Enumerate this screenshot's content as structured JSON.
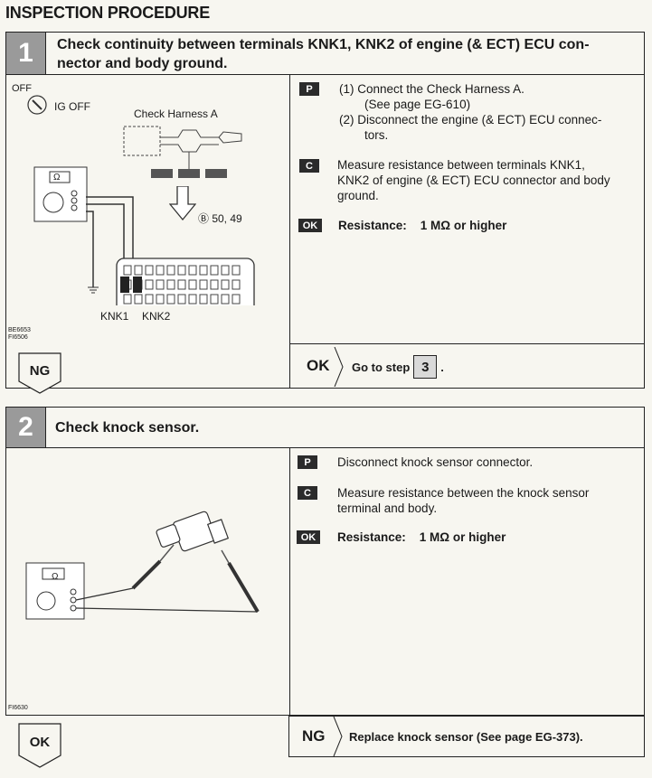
{
  "page": {
    "title": "INSPECTION PROCEDURE"
  },
  "step1": {
    "number": "1",
    "title_line1": "Check continuity between terminals KNK1, KNK2 of engine (& ECT) ECU con-",
    "title_line2": "nector and body ground.",
    "figure": {
      "off_label": "OFF",
      "ig_off_label": "IG OFF",
      "harness_label": "Check Harness A",
      "terminal_label": "Ⓑ 50, 49",
      "knk1_label": "KNK1",
      "knk2_label": "KNK2",
      "meter_symbol": "Ω",
      "fig_id1": "BE6653",
      "fig_id2": "FI6506"
    },
    "badge_p": "P",
    "p_line1": "(1)  Connect the Check Harness A.",
    "p_line2": "(See page EG-610)",
    "p_line3": "(2)  Disconnect the engine (& ECT) ECU connec-",
    "p_line4": "tors.",
    "badge_c": "C",
    "c_line1": "Measure  resistance  between  terminals  KNK1,",
    "c_line2": "KNK2 of engine (& ECT) ECU connector and body",
    "c_line3": "ground.",
    "badge_ok": "OK",
    "ok_text": "Resistance:    1 MΩ or higher",
    "ng_flag": "NG",
    "result_label": "OK",
    "goto_text": "Go to step",
    "goto_step": "3",
    "goto_period": "."
  },
  "step2": {
    "number": "2",
    "title": "Check knock sensor.",
    "figure": {
      "meter_symbol": "Ω",
      "fig_id": "FI6630"
    },
    "badge_p": "P",
    "p_text": "Disconnect knock sensor connector.",
    "badge_c": "C",
    "c_line1": "Measure  resistance  between  the  knock  sensor",
    "c_line2": "terminal and body.",
    "badge_ok": "OK",
    "ok_text": "Resistance:    1 MΩ or higher",
    "ok_flag": "OK",
    "result_label": "NG",
    "result_text": "Replace knock sensor (See page EG-373)."
  },
  "colors": {
    "paper": "#f7f6f0",
    "ink": "#1a1a1a",
    "step_box": "#9a9a9a",
    "badge": "#2b2b2b"
  }
}
